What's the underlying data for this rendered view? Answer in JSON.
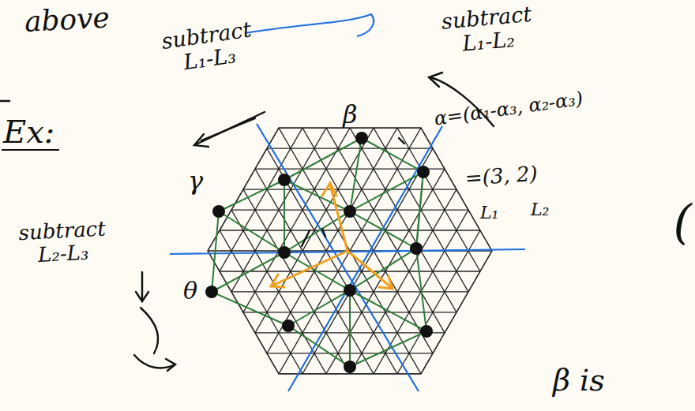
{
  "diagram": {
    "labels": [
      "above",
      "subtract L₁-L₃",
      "subtract L₁-L₂",
      "Ex:",
      "β",
      "γ",
      "θ",
      "α=(α₁-α₃, α₂-α₃)",
      "=(3, 2)",
      "L₁",
      "L₂",
      "subtract L₂-L₃",
      "β is",
      "("
    ]
  }
}
